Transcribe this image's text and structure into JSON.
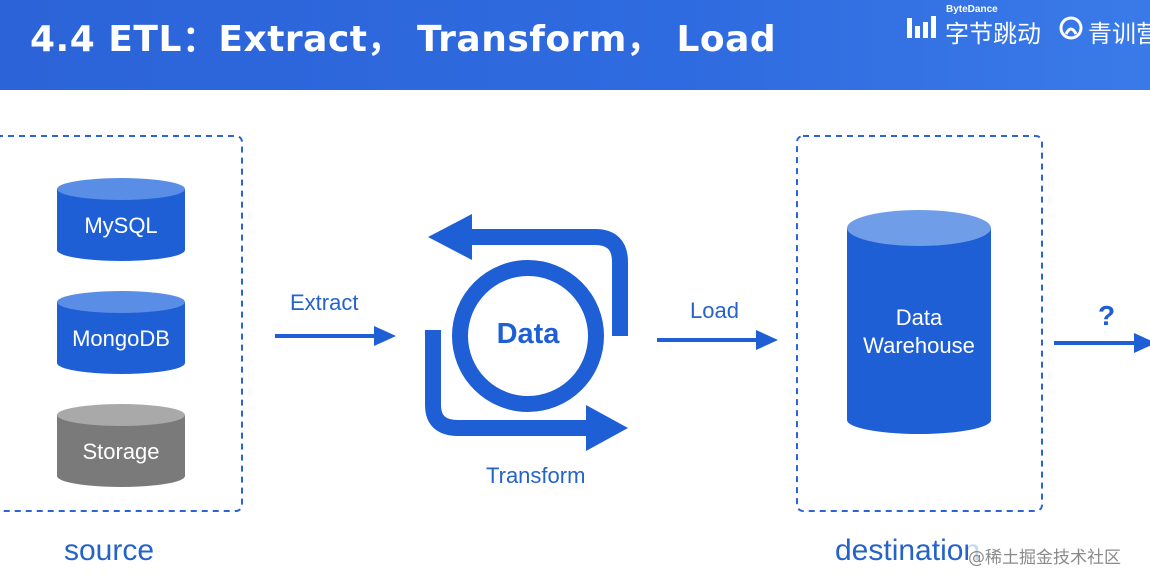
{
  "header": {
    "title": "4.4 ETL：Extract， Transform， Load",
    "brand_bytedance_sub": "ByteDance",
    "brand_bytedance": "字节跳动",
    "brand_qingxun": "青训营"
  },
  "diagram": {
    "sources": [
      {
        "label": "MySQL",
        "color": "#1f5fd6"
      },
      {
        "label": "MongoDB",
        "color": "#1f5fd6"
      },
      {
        "label": "Storage",
        "color": "#7a7a7a"
      }
    ],
    "center_label": "Data",
    "extract_label": "Extract",
    "transform_label": "Transform",
    "load_label": "Load",
    "warehouse_label_line1": "Data",
    "warehouse_label_line2": "Warehouse",
    "next_label": "?",
    "source_caption": "source",
    "destination_caption": "destination"
  },
  "watermark": "@稀土掘金技术社区",
  "colors": {
    "accent": "#1f5fd6",
    "accent_light": "#6f9de8",
    "header_blue": "#2f6be0",
    "label_blue": "#2563c9",
    "gray": "#7a7a7a"
  }
}
